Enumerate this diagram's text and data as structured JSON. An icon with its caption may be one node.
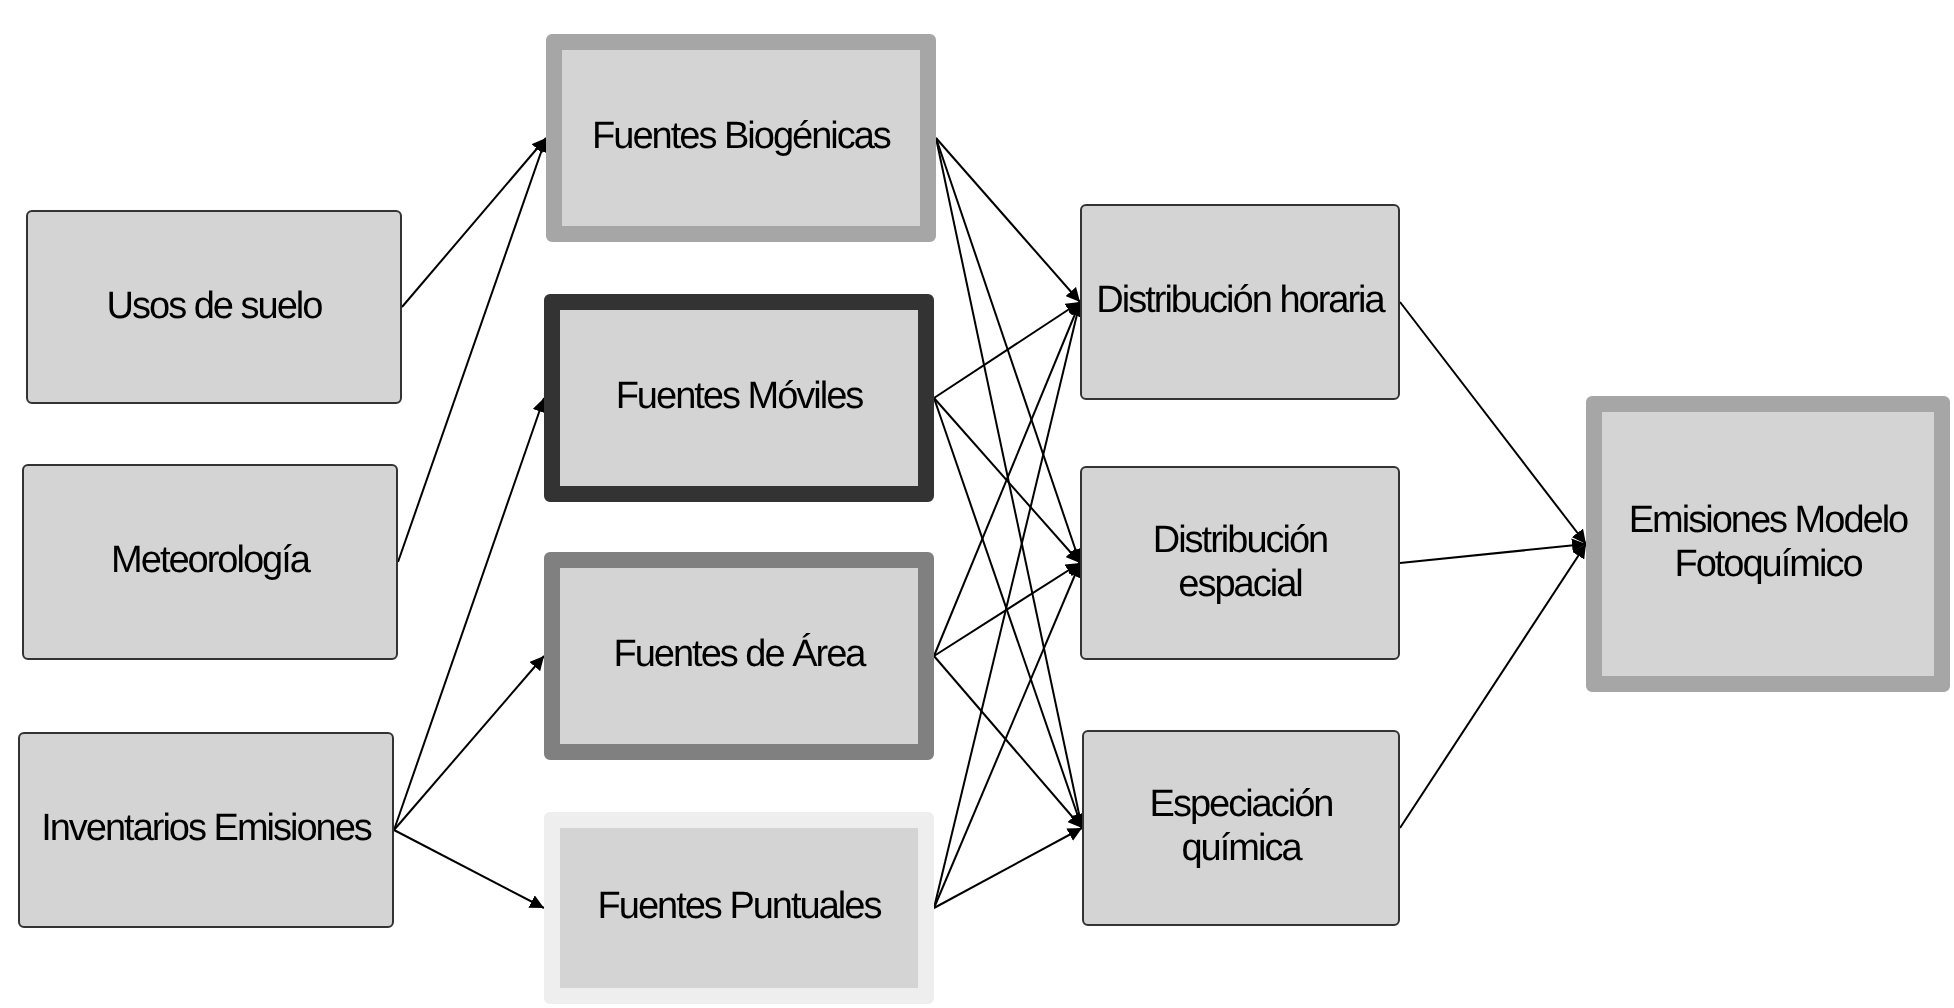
{
  "diagram": {
    "nodes": [
      {
        "text": [
          "Usos de suelo"
        ]
      },
      {
        "text": [
          "Meteorología"
        ]
      },
      {
        "text": [
          "Inventarios Emisiones"
        ]
      },
      {
        "text": [
          "Fuentes Biogénicas"
        ]
      },
      {
        "text": [
          "Fuentes Móviles"
        ]
      },
      {
        "text": [
          "Fuentes de Área"
        ]
      },
      {
        "text": [
          "Fuentes Puntuales"
        ]
      },
      {
        "text": [
          "Distribución horaria"
        ]
      },
      {
        "text": [
          "Distribución espacial"
        ]
      },
      {
        "text": [
          "Especiación química"
        ]
      },
      {
        "text": [
          "Emisiones Modelo Fotoquímico"
        ]
      }
    ],
    "edges": [
      {
        "from": 0,
        "to": 3,
        "arrow": "to"
      },
      {
        "from": 1,
        "to": 3,
        "arrow": "to"
      },
      {
        "from": 2,
        "to": 4,
        "arrow": "to"
      },
      {
        "from": 2,
        "to": 5,
        "arrow": "to"
      },
      {
        "from": 2,
        "to": 6,
        "arrow": "to"
      },
      {
        "from": 3,
        "to": 7,
        "arrow": "to"
      },
      {
        "from": 3,
        "to": 8,
        "arrow": "to"
      },
      {
        "from": 3,
        "to": 9,
        "arrow": "to"
      },
      {
        "from": 4,
        "to": 7,
        "arrow": "to"
      },
      {
        "from": 4,
        "to": 8,
        "arrow": "to"
      },
      {
        "from": 4,
        "to": 9,
        "arrow": "to"
      },
      {
        "from": 5,
        "to": 7,
        "arrow": "to"
      },
      {
        "from": 5,
        "to": 8,
        "arrow": "to"
      },
      {
        "from": 5,
        "to": 9,
        "arrow": "to"
      },
      {
        "from": 6,
        "to": 7,
        "arrow": "to"
      },
      {
        "from": 6,
        "to": 8,
        "arrow": "to"
      },
      {
        "from": 6,
        "to": 9,
        "arrow": "to"
      },
      {
        "from": 7,
        "to": 10,
        "arrow": "to"
      },
      {
        "from": 8,
        "to": 10,
        "arrow": "to"
      },
      {
        "from": 9,
        "to": 10,
        "arrow": "to"
      }
    ]
  }
}
